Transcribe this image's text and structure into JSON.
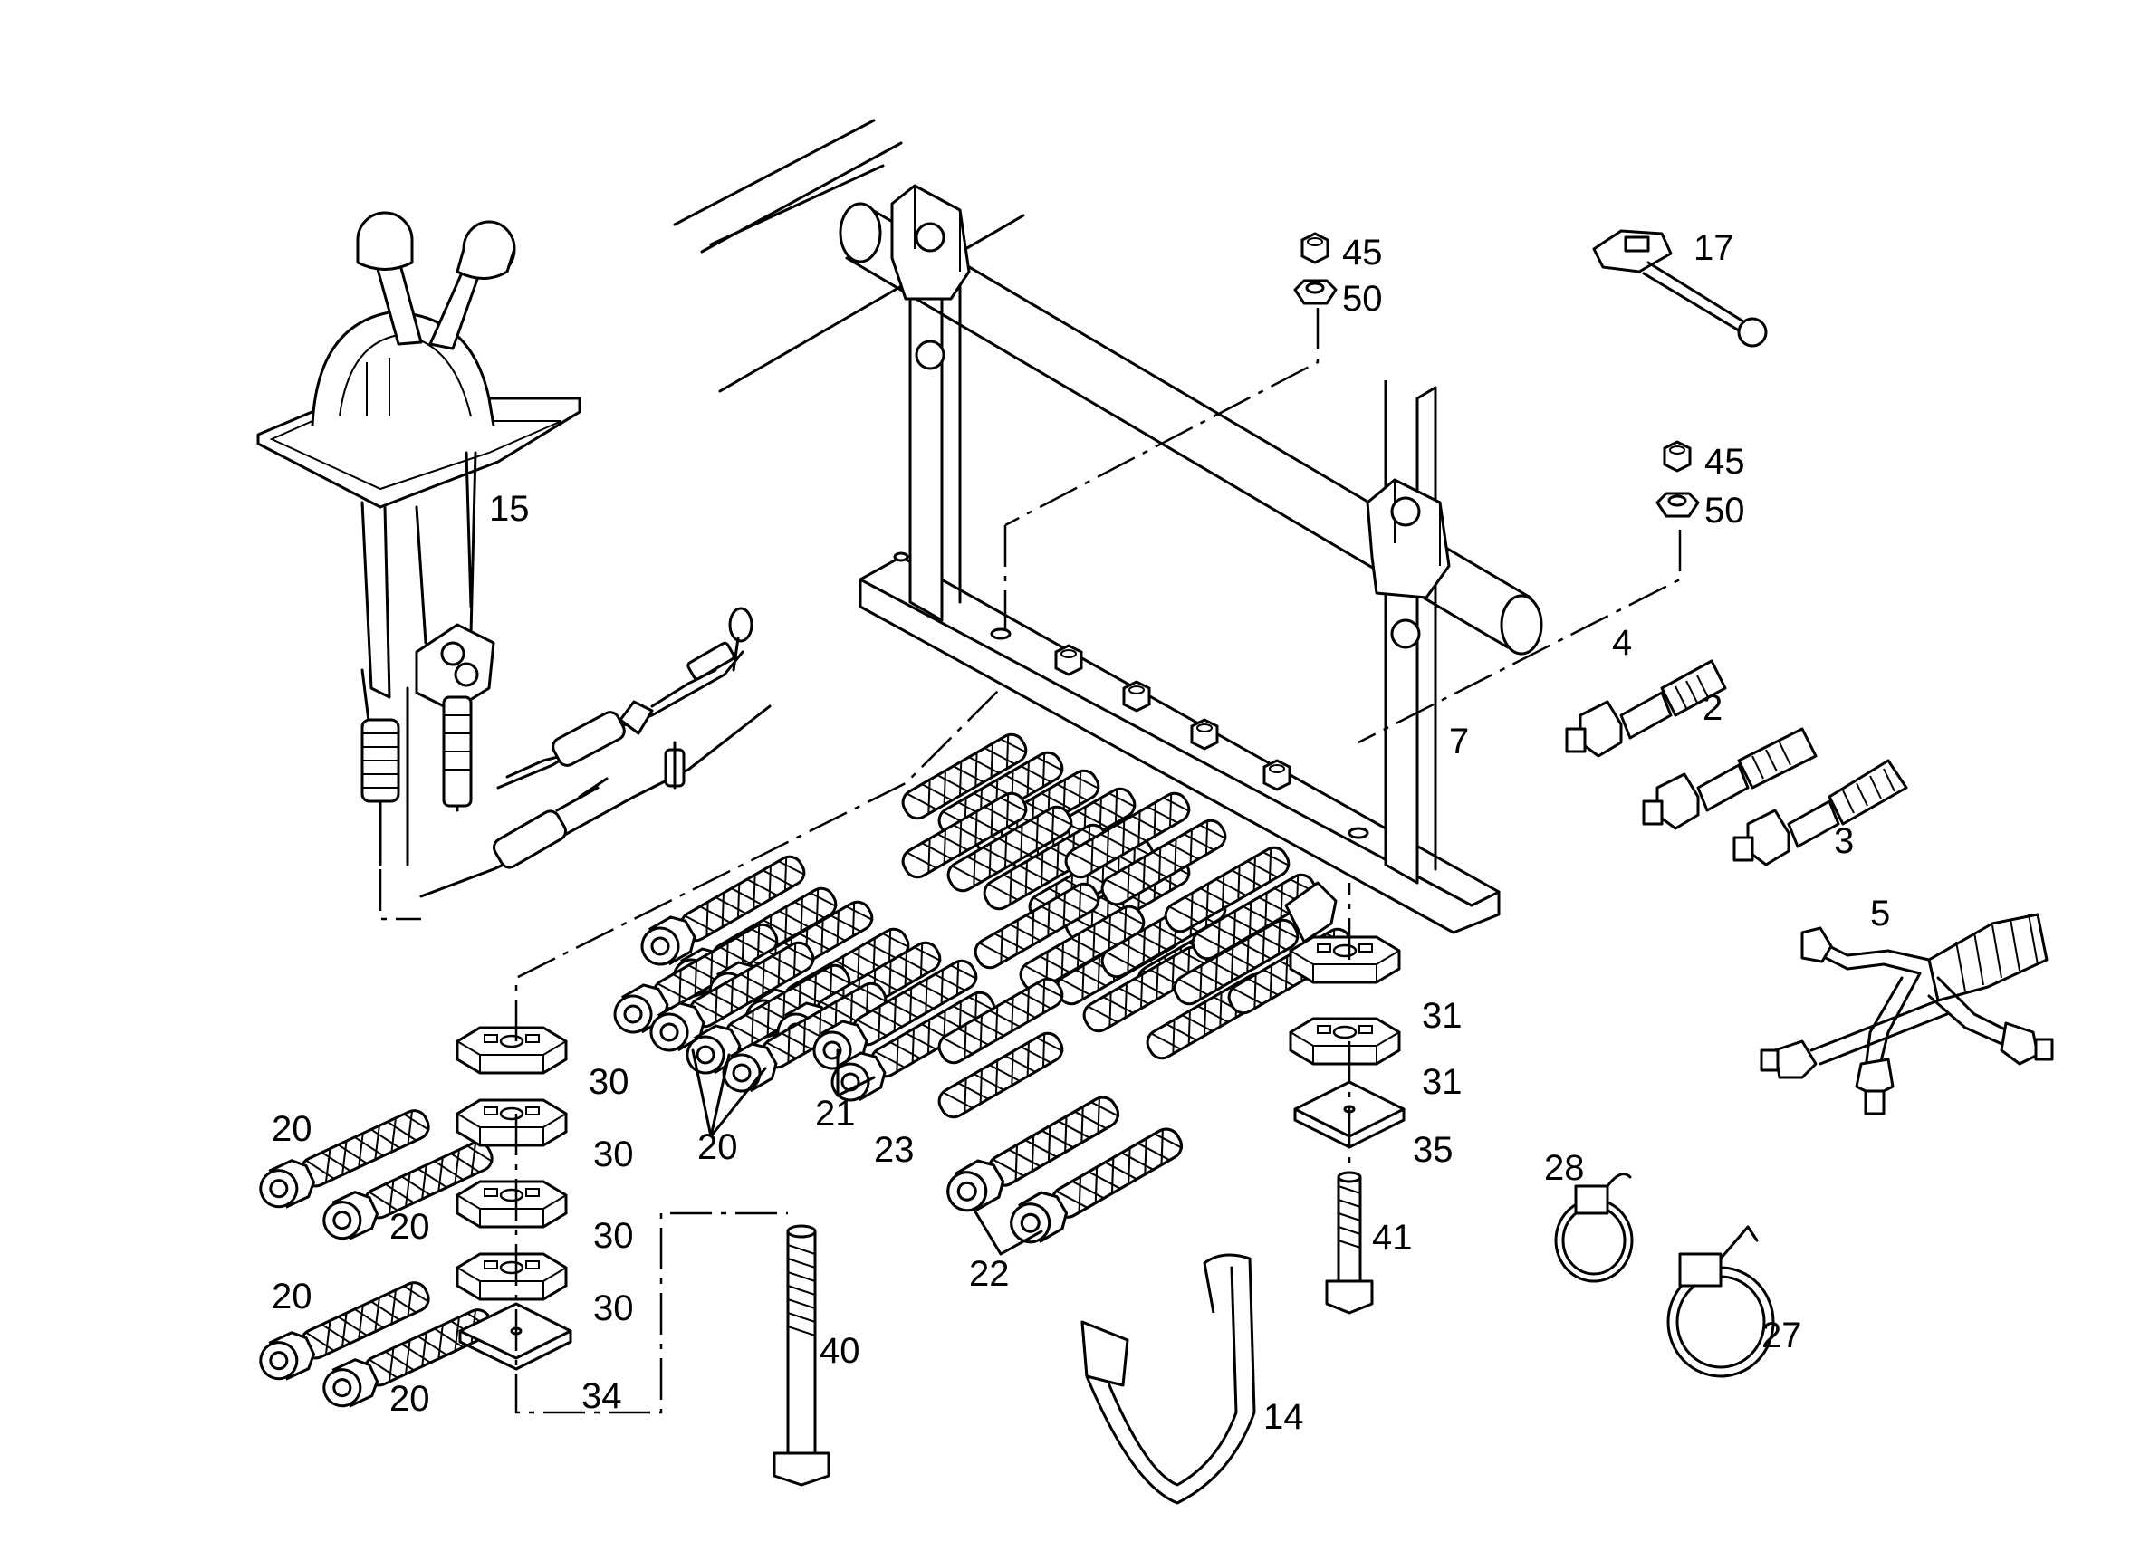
{
  "diagram": {
    "callouts": [
      {
        "id": "c2",
        "text": "2"
      },
      {
        "id": "c3",
        "text": "3"
      },
      {
        "id": "c4",
        "text": "4"
      },
      {
        "id": "c5",
        "text": "5"
      },
      {
        "id": "c7",
        "text": "7"
      },
      {
        "id": "c14",
        "text": "14"
      },
      {
        "id": "c15",
        "text": "15"
      },
      {
        "id": "c17",
        "text": "17"
      },
      {
        "id": "c20a",
        "text": "20"
      },
      {
        "id": "c20b",
        "text": "20"
      },
      {
        "id": "c20c",
        "text": "20"
      },
      {
        "id": "c20d",
        "text": "20"
      },
      {
        "id": "c20e",
        "text": "20"
      },
      {
        "id": "c21",
        "text": "21"
      },
      {
        "id": "c22",
        "text": "22"
      },
      {
        "id": "c23",
        "text": "23"
      },
      {
        "id": "c27",
        "text": "27"
      },
      {
        "id": "c28",
        "text": "28"
      },
      {
        "id": "c30a",
        "text": "30"
      },
      {
        "id": "c30b",
        "text": "30"
      },
      {
        "id": "c30c",
        "text": "30"
      },
      {
        "id": "c30d",
        "text": "30"
      },
      {
        "id": "c31a",
        "text": "31"
      },
      {
        "id": "c31b",
        "text": "31"
      },
      {
        "id": "c34",
        "text": "34"
      },
      {
        "id": "c35",
        "text": "35"
      },
      {
        "id": "c40",
        "text": "40"
      },
      {
        "id": "c41",
        "text": "41"
      },
      {
        "id": "c45a",
        "text": "45"
      },
      {
        "id": "c45b",
        "text": "45"
      },
      {
        "id": "c50a",
        "text": "50"
      },
      {
        "id": "c50b",
        "text": "50"
      }
    ]
  }
}
